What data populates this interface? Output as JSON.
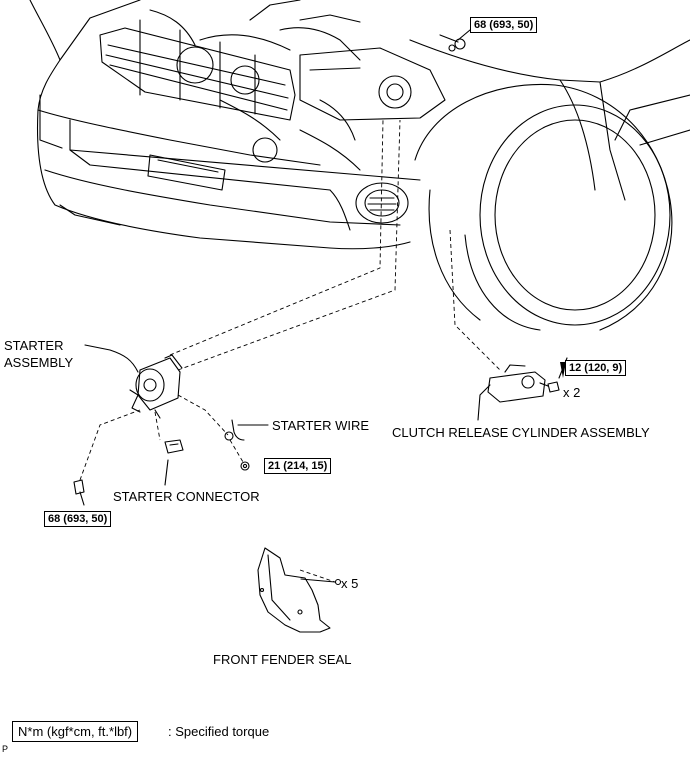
{
  "labels": {
    "starter_assembly": [
      "STARTER",
      "ASSEMBLY"
    ],
    "starter_wire": "STARTER WIRE",
    "starter_connector": "STARTER CONNECTOR",
    "clutch_release_cylinder": "CLUTCH RELEASE CYLINDER ASSEMBLY",
    "front_fender_seal": "FRONT FENDER SEAL"
  },
  "quantities": {
    "clutch_bolts": "x 2",
    "fender_clips": "x 5"
  },
  "torque": {
    "top_right": "68 (693, 50)",
    "clutch_bolt": "12 (120, 9)",
    "starter_wire_nut": "21 (214, 15)",
    "starter_bolt": "68 (693, 50)"
  },
  "legend": {
    "box": "N*m (kgf*cm, ft.*lbf)",
    "text": ": Specified torque"
  },
  "footer": "P"
}
